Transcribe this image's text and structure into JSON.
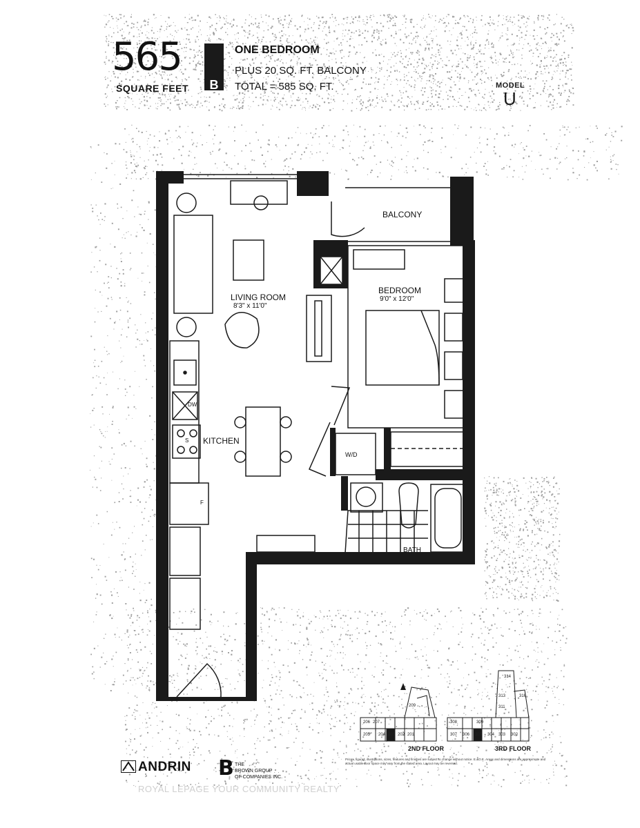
{
  "header": {
    "square_feet_number": "565",
    "square_feet_label": "SQUARE FEET",
    "unit_type": "ONE BEDROOM",
    "balcony_line": "PLUS 20 SQ. FT. BALCONY",
    "total_line": "TOTAL = 585 SQ. FT.",
    "model_label": "MODEL",
    "model_value": "U"
  },
  "plan": {
    "living_room_name": "LIVING ROOM",
    "living_room_dims": "8'3\" x 11'0\"",
    "bedroom_name": "BEDROOM",
    "bedroom_dims": "9'0\" x 12'0\"",
    "balcony_name": "BALCONY",
    "kitchen_name": "KITCHEN",
    "bath_name": "BATH",
    "washer_dryer_label": "W/D",
    "dishwasher_label": "DW",
    "fridge_label": "F",
    "stove_label": "S"
  },
  "keyplan": {
    "second_floor_label": "2ND FLOOR",
    "third_floor_label": "3RD FLOOR",
    "second_floor_units": [
      "209",
      "206",
      "207",
      "205",
      "204",
      "203",
      "202",
      "201"
    ],
    "third_floor_units": [
      "314",
      "313",
      "316",
      "311",
      "308",
      "309",
      "307",
      "306",
      "305",
      "304",
      "303",
      "302"
    ]
  },
  "footer": {
    "andrin_brand": "ANDRIN",
    "brown_group_line1": "THE",
    "brown_group_line2": "BROWN GROUP",
    "brown_group_line3": "OF COMPANIES INC.",
    "disclaimer": "Prices, figures, illustrations, sizes, features and finishes are subject to change without notice. E.&O.E. Areas and dimensions are approximate and actual usable floor space may vary from the stated area. Layout may be reversed.",
    "watermark": "ROYAL LEPAGE YOUR COMMUNITY REALTY"
  }
}
